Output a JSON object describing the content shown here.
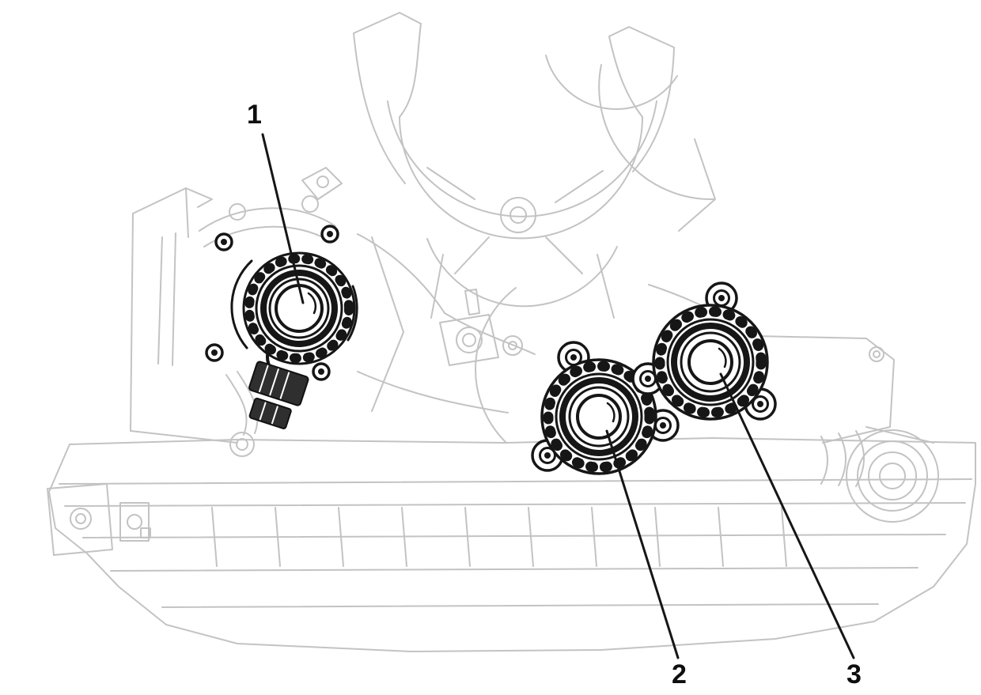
{
  "figure": {
    "title": "Engine component location line illustration",
    "type": "technical-illustration",
    "callouts": [
      {
        "label": "1",
        "target": "left circular pump/sensor housing"
      },
      {
        "label": "2",
        "target": "lower circular flange cover"
      },
      {
        "label": "3",
        "target": "upper circular flange cover"
      }
    ]
  },
  "colors": {
    "background": "#ffffff",
    "line_art": "#c3c3c3",
    "highlight_dark": "#161616",
    "label_text": "#0e0e0e"
  }
}
